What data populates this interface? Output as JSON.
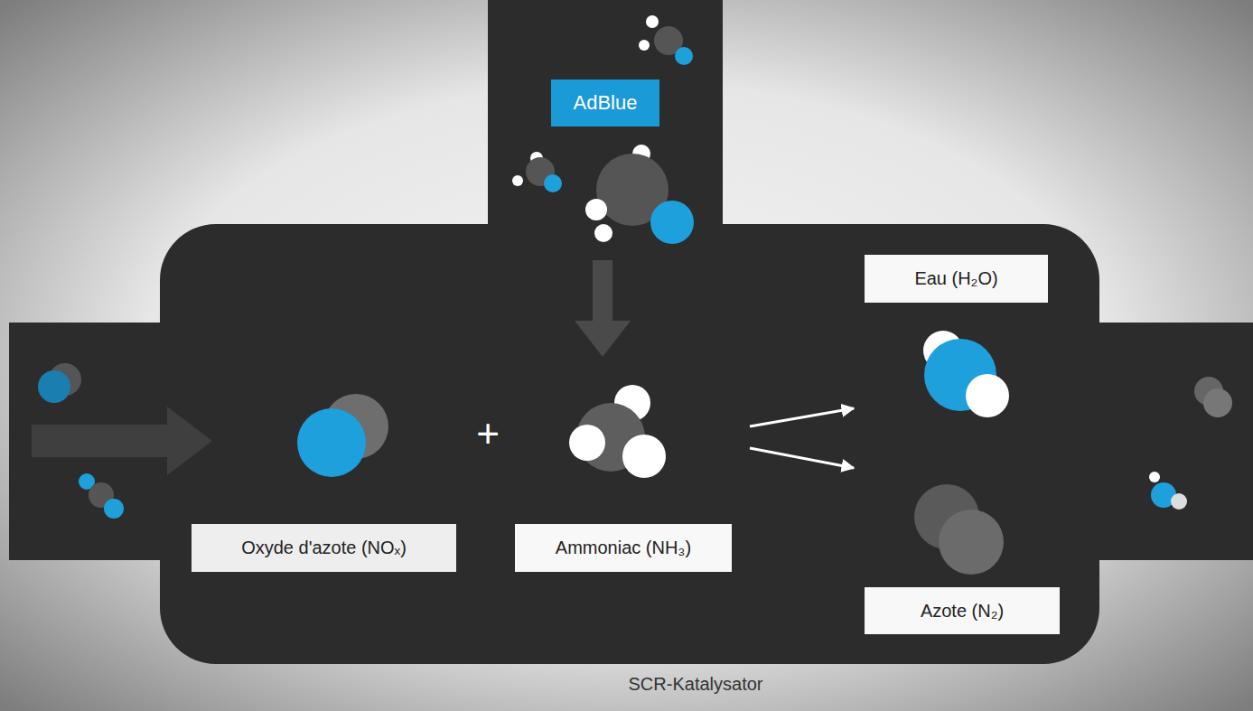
{
  "diagram": {
    "caption": "SCR-Katalysator",
    "nodes": [
      {
        "text": [
          "AdBlue"
        ]
      },
      {
        "text": [
          "Oxyde d'azote (NOₓ)"
        ]
      },
      {
        "text": [
          "Ammoniac (NH₃)"
        ]
      },
      {
        "text": [
          "Eau (H₂O)"
        ]
      },
      {
        "text": [
          "Azote (N₂)"
        ]
      }
    ],
    "labels": [
      "+"
    ]
  }
}
